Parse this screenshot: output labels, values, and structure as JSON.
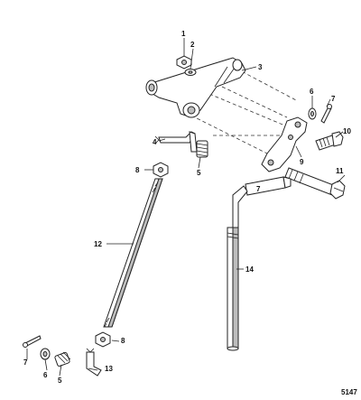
{
  "figure_ref": "5147",
  "callouts": {
    "c1": "1",
    "c2": "2",
    "c3": "3",
    "c4": "4",
    "c5a": "5",
    "c5b": "5",
    "c6a": "6",
    "c6b": "6",
    "c7a": "7",
    "c7b": "7",
    "c7c": "7",
    "c8a": "8",
    "c8b": "8",
    "c9": "9",
    "c10": "10",
    "c11": "11",
    "c12": "12",
    "c13": "13",
    "c14": "14"
  }
}
